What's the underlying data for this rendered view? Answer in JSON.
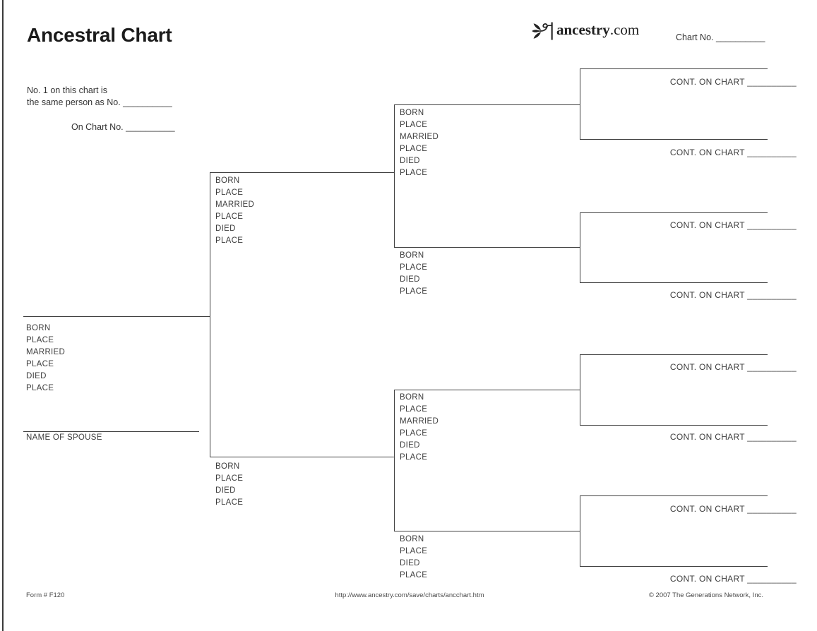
{
  "header": {
    "title": "Ancestral Chart",
    "brand": {
      "name_bold": "ancestry",
      "name_suffix": ".com",
      "icon": "leaf-sprig-icon"
    },
    "chart_no": "Chart No. __________"
  },
  "intro": {
    "line1": "No. 1 on this chart is",
    "line2": "the same person as No. __________",
    "line3": "On Chart No. __________"
  },
  "field_labels": {
    "born": "BORN",
    "place": "PLACE",
    "married": "MARRIED",
    "died": "DIED"
  },
  "spouse_label": "NAME OF SPOUSE",
  "cont_on_chart": "CONT. ON CHART __________",
  "footer": {
    "form_number": "Form # F120",
    "url": "http://www.ancestry.com/save/charts/ancchart.htm",
    "copyright": "© 2007 The Generations Network, Inc."
  },
  "colors": {
    "line": "#3f3f3f",
    "label_text": "#3e3e3e",
    "title_text": "#1b1b1b"
  }
}
